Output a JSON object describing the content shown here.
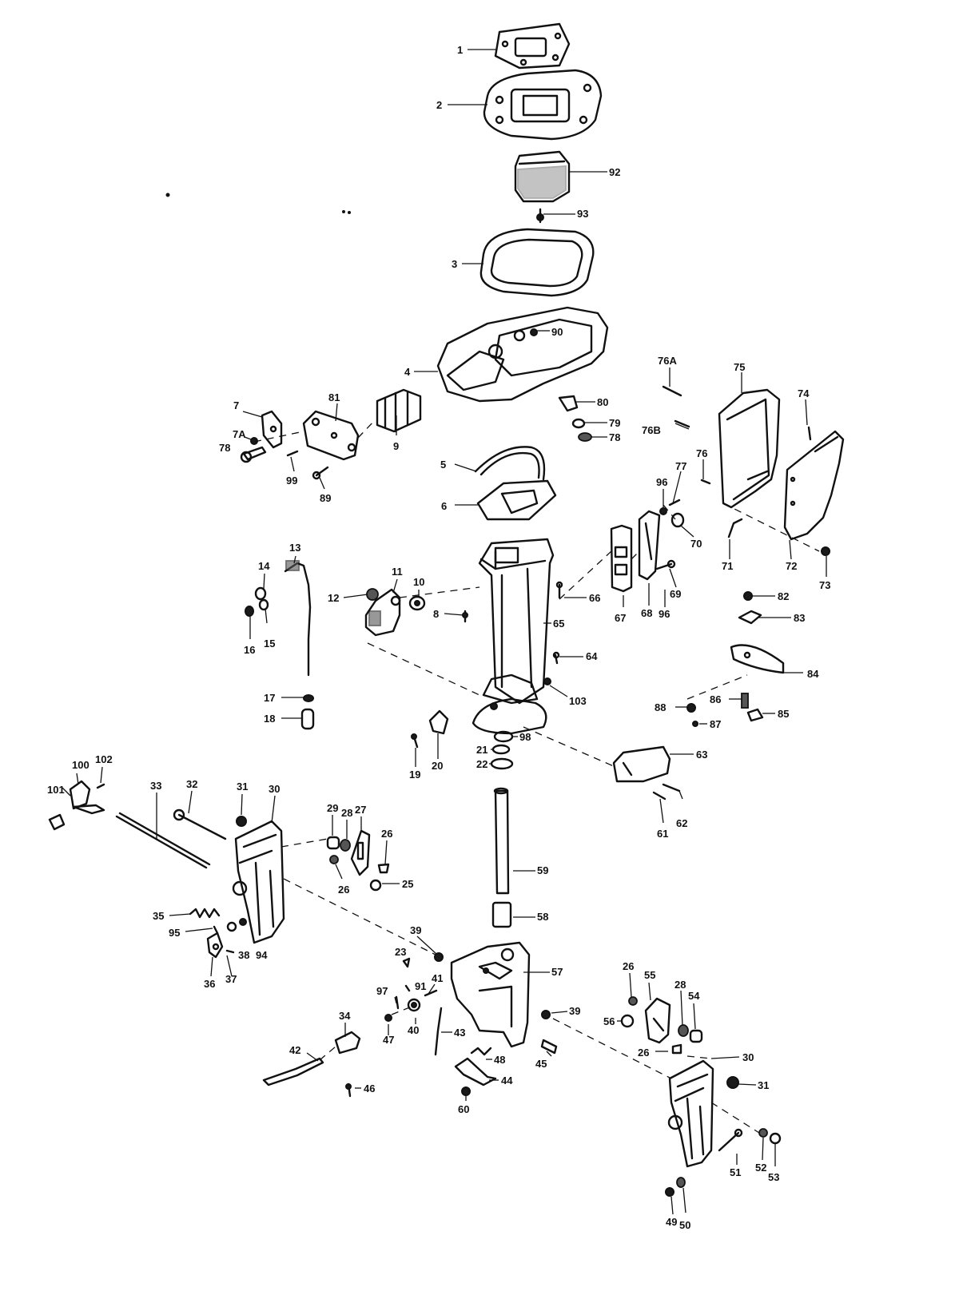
{
  "labels": [
    "1",
    "2",
    "92",
    "93",
    "3",
    "90",
    "4",
    "76A",
    "75",
    "74",
    "80",
    "79",
    "78",
    "76B",
    "81",
    "7",
    "7A",
    "78",
    "9",
    "99",
    "89",
    "5",
    "6",
    "76",
    "77",
    "96",
    "70",
    "71",
    "72",
    "73",
    "13",
    "14",
    "11",
    "12",
    "10",
    "8",
    "66",
    "67",
    "68",
    "69",
    "96",
    "82",
    "83",
    "16",
    "15",
    "65",
    "64",
    "84",
    "17",
    "18",
    "103",
    "88",
    "86",
    "85",
    "87",
    "98",
    "21",
    "22",
    "19",
    "20",
    "63",
    "100",
    "102",
    "101",
    "33",
    "32",
    "31",
    "30",
    "29",
    "28",
    "27",
    "26",
    "62",
    "61",
    "26",
    "25",
    "59",
    "35",
    "95",
    "58",
    "39",
    "36",
    "37",
    "38",
    "94",
    "23",
    "57",
    "97",
    "91",
    "41",
    "26",
    "55",
    "28",
    "54",
    "56",
    "39",
    "34",
    "40",
    "43",
    "47",
    "48",
    "45",
    "26",
    "30",
    "42",
    "44",
    "46",
    "60",
    "31",
    "51",
    "52",
    "53",
    "49",
    "50"
  ]
}
